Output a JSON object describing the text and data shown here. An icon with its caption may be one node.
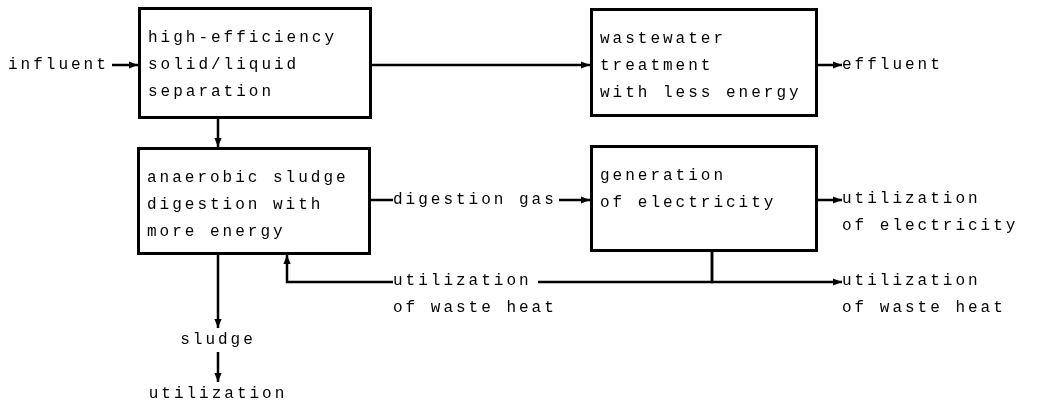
{
  "diagram": {
    "nodes": [
      {
        "text": [
          "influent"
        ]
      },
      {
        "text": [
          "high-efficiency solid/liquid separation"
        ]
      },
      {
        "text": [
          "wastewater treatment with less energy"
        ]
      },
      {
        "text": [
          "effluent"
        ]
      },
      {
        "text": [
          "anaerobic sludge digestion with more energy"
        ]
      },
      {
        "text": [
          "digestion gas"
        ]
      },
      {
        "text": [
          "generation of electricity"
        ]
      },
      {
        "text": [
          "utilization of electricity"
        ]
      },
      {
        "text": [
          "utilization of waste heat"
        ]
      },
      {
        "text": [
          "utilization of waste heat"
        ]
      },
      {
        "text": [
          "sludge"
        ]
      },
      {
        "text": [
          "utilization"
        ]
      }
    ],
    "edges": [
      {
        "from": 0,
        "to": 1,
        "arrow": "to"
      },
      {
        "from": 1,
        "to": 2,
        "arrow": "to"
      },
      {
        "from": 2,
        "to": 3,
        "arrow": "to"
      },
      {
        "from": 1,
        "to": 4,
        "arrow": "to"
      },
      {
        "from": 4,
        "to": 5,
        "arrow": "none"
      },
      {
        "from": 5,
        "to": 6,
        "arrow": "to"
      },
      {
        "from": 6,
        "to": 7,
        "arrow": "to"
      },
      {
        "from": 6,
        "to": 8,
        "arrow": "none"
      },
      {
        "from": 6,
        "to": 9,
        "arrow": "to"
      },
      {
        "from": 8,
        "to": 4,
        "arrow": "to"
      },
      {
        "from": 4,
        "to": 10,
        "arrow": "to"
      },
      {
        "from": 10,
        "to": 11,
        "arrow": "to"
      }
    ]
  }
}
